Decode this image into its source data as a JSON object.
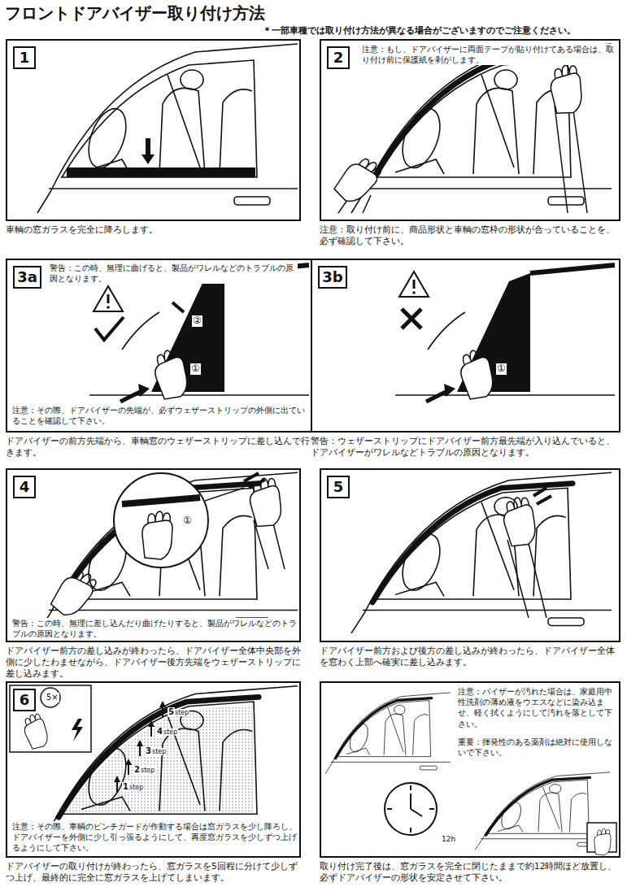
{
  "diagram": {
    "title": "フロントドアバイザー取り付け方法",
    "nodes": [
      {
        "text": [
          "車輌の窓ガラスを完全に降ろします。"
        ]
      },
      {
        "text": [
          "1"
        ],
        "in": 0
      },
      {
        "text": [
          "注意：もし、ドアバイザーに両面テープが貼り付けてある場合は、取り付け前に保護紙を剥がします。",
          "注意：取り付け前に、商品形状と車輌の窓枠の形状が合っていることを、必ず確認して下さい。"
        ]
      },
      {
        "text": [
          "2"
        ],
        "in": 2
      },
      {
        "text": [
          "警告：この時、無理に曲げると、製品がワレルなどのトラブルの原因となります。",
          "注意：その際、ドアバイザーの先端が、必ずウェザーストリップの外側に出ていることを確認して下さい。",
          "ドアバイザーの前方先端から、車輌窓のウェザーストリップに差し込んで行きます。"
        ]
      },
      {
        "text": [
          "3a"
        ],
        "in": 4
      },
      {
        "text": [
          "警告：ウェザーストリップにドアバイザー前方最先端が入り込んでいると、ドアバイザーがワレルなどトラブルの原因となります。"
        ]
      },
      {
        "text": [
          "3b"
        ],
        "in": 6
      },
      {
        "text": [
          "警告：この時、無理に差し込んだり曲げたりすると、製品がワレルなどのトラブルの原因となります。",
          "ドアバイザー前方の差し込みが終わったら、ドアバイザー全体中央部を外側に少したわませながら、ドアバイザー後方先端をウェザーストリップに差し込みます。"
        ]
      },
      {
        "text": [
          "4"
        ],
        "in": 8
      },
      {
        "text": [
          "ドアバイザー前方および後方の差し込みが終わったら、ドアバイザー全体を窓わく上部へ確実に差し込みます。"
        ]
      },
      {
        "text": [
          "5"
        ],
        "in": 10
      },
      {
        "text": [
          "注意：その際、車輌のピンチガードが作動する場合は窓ガラスを少し降ろし、ドアバイザーを外側に少し引っ張るようにして、再度窓ガラスを少しずつ上げるようにして下さい。",
          "ドアバイザーの取り付けが終わったら、窓ガラスを5回程に分けて少しずつ上げ、最終的に完全に窓ガラスを上げてしまいます。"
        ]
      },
      {
        "text": [
          "6"
        ],
        "in": 12
      },
      {
        "text": [
          "注意：バイザーが汚れた場合は、家庭用中性洗剤の薄め液をウエスなどに染み込ませ、軽く拭くようにして汚れを落として下さい。",
          "重要：揮発性のある薬剤は絶対に使用しないで下さい。",
          "取り付け完了後は、窓ガラスを完全に閉じたままで約12時間ほど放置し、必ずドアバイザーの形状を安定させて下さい。"
        ]
      }
    ],
    "labels": [
      "＊一部車種では取り付け方法が異なる場合がございますのでご注意ください。",
      "②",
      "①",
      "①",
      "①",
      "5×",
      "1",
      "step",
      "2",
      "step",
      "3",
      "step",
      "4",
      "step",
      "5",
      "step",
      "12h"
    ]
  }
}
